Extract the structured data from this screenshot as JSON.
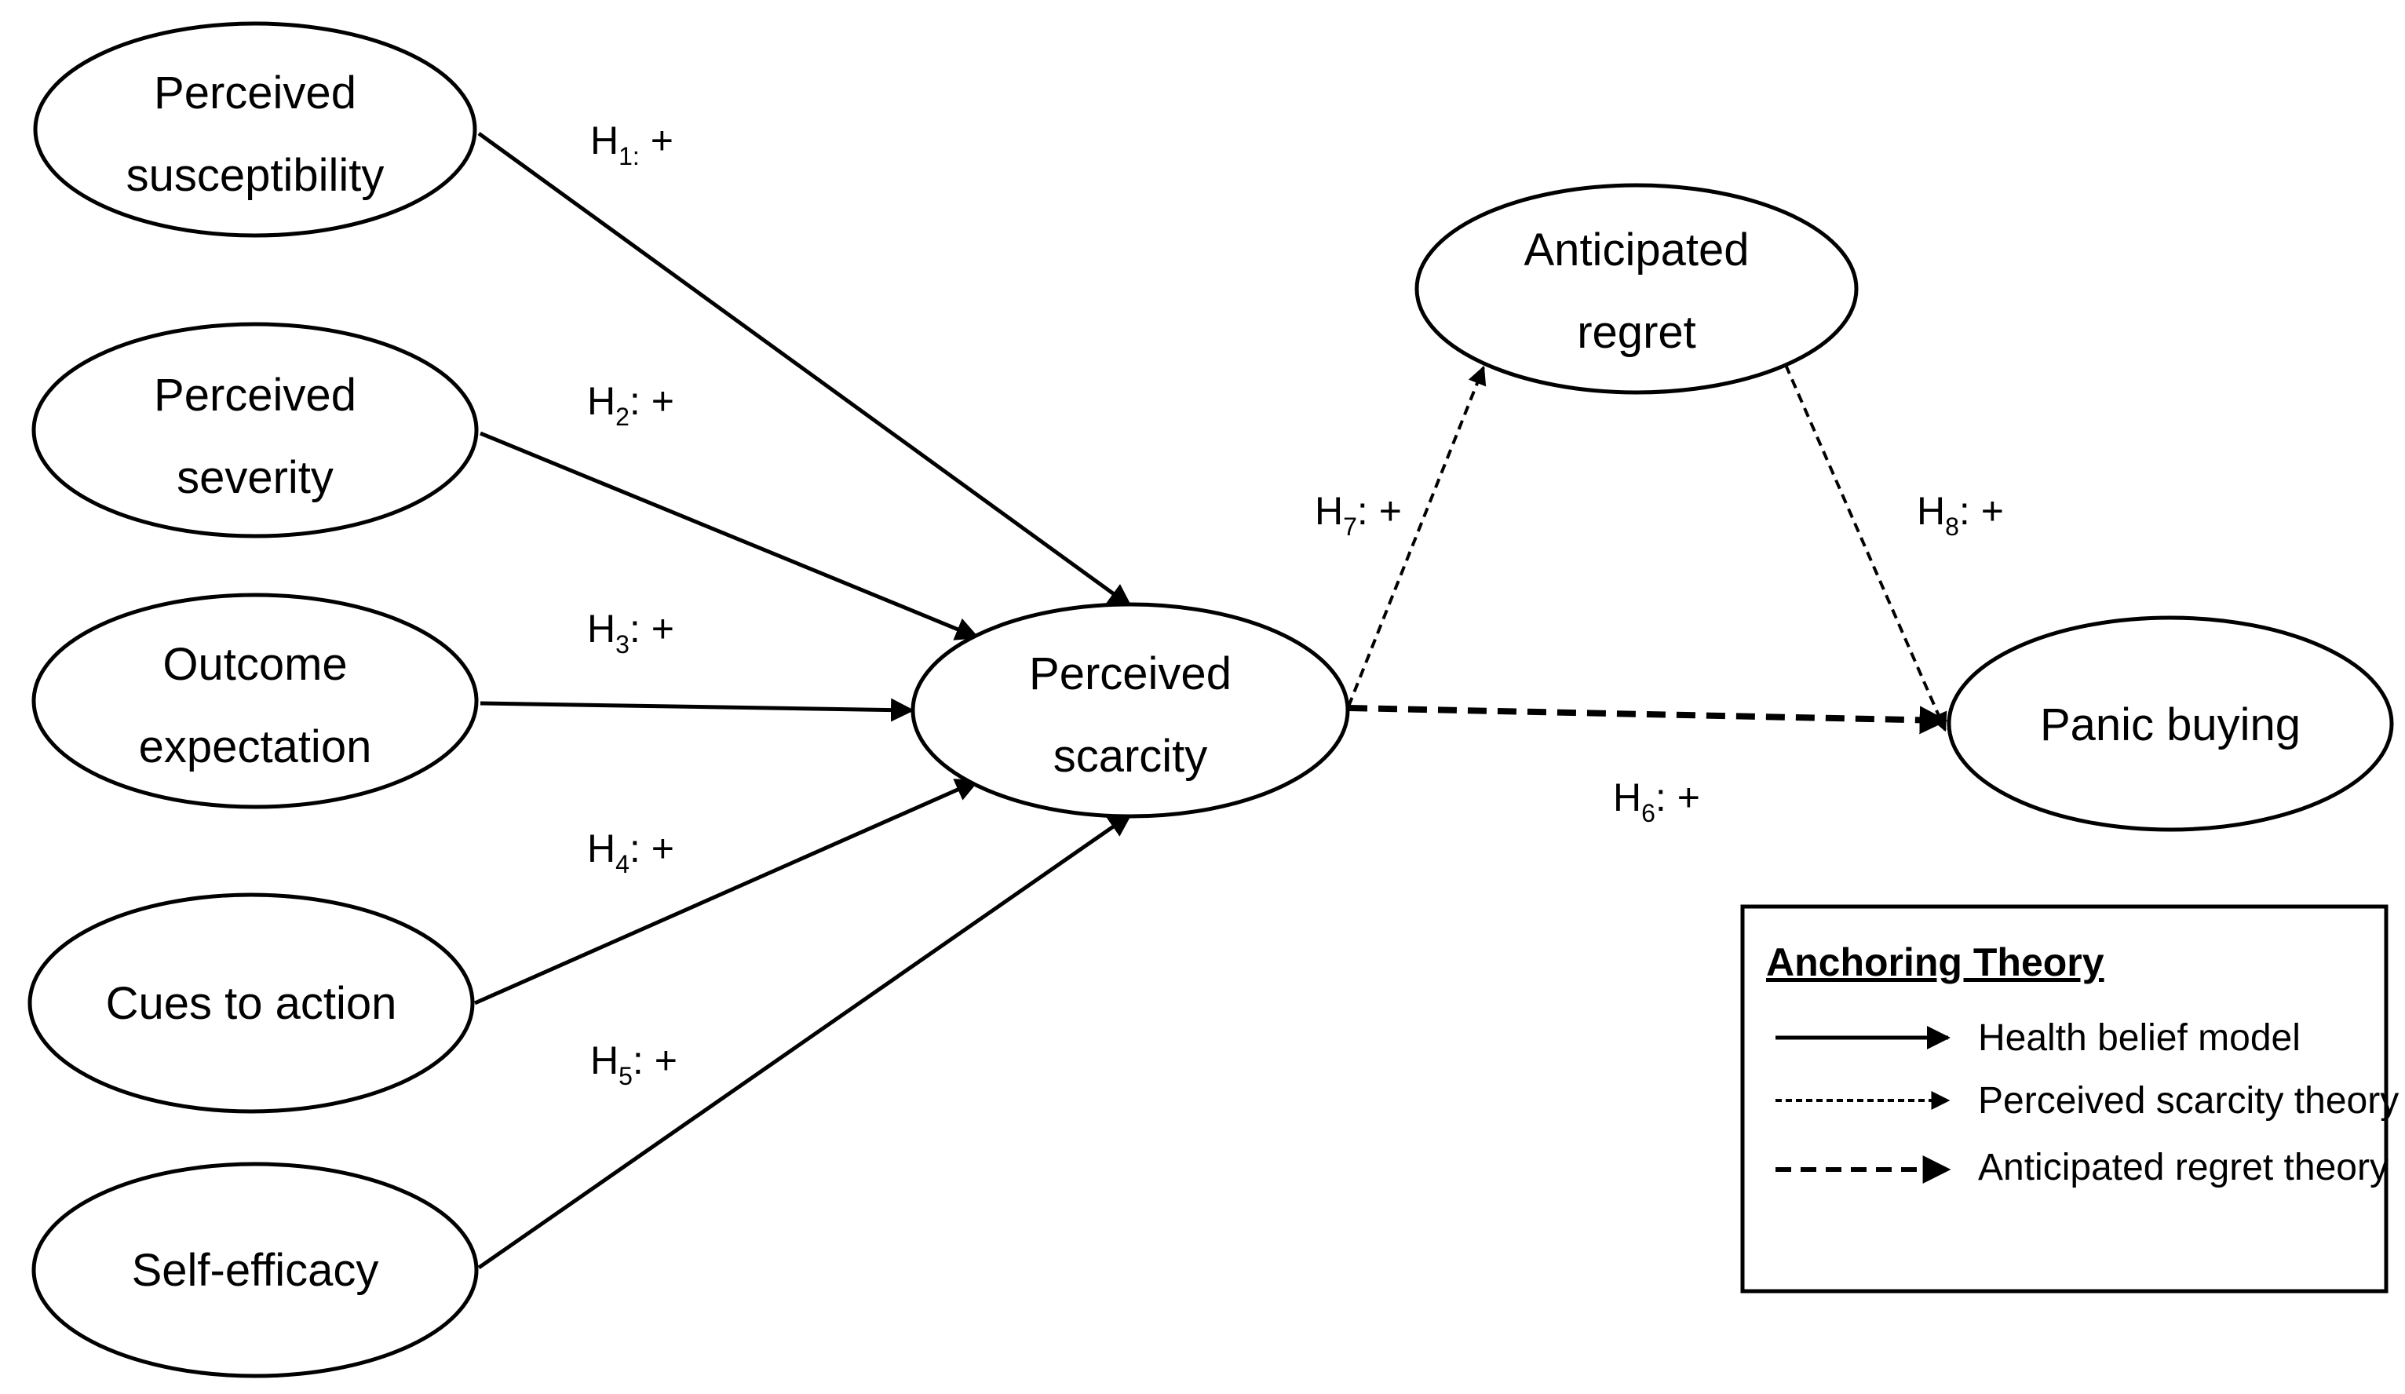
{
  "nodes": {
    "susceptibility": {
      "line1": "Perceived",
      "line2": "susceptibility"
    },
    "severity": {
      "line1": "Perceived",
      "line2": "severity"
    },
    "outcome": {
      "line1": "Outcome",
      "line2": "expectation"
    },
    "cues": {
      "line1": "Cues to action"
    },
    "efficacy": {
      "line1": "Self-efficacy"
    },
    "scarcity": {
      "line1": "Perceived",
      "line2": "scarcity"
    },
    "regret": {
      "line1": "Anticipated",
      "line2": "regret"
    },
    "panic": {
      "line1": "Panic buying"
    }
  },
  "hypotheses": {
    "h1": {
      "main": "H",
      "sub": "1:",
      "sign": " +"
    },
    "h2": {
      "main": "H",
      "sub": "2",
      "sign": ": +"
    },
    "h3": {
      "main": "H",
      "sub": "3",
      "sign": ": +"
    },
    "h4": {
      "main": "H",
      "sub": "4",
      "sign": ": +"
    },
    "h5": {
      "main": "H",
      "sub": "5",
      "sign": ": +"
    },
    "h6": {
      "main": "H",
      "sub": "6",
      "sign": ": +"
    },
    "h7": {
      "main": "H",
      "sub": "7",
      "sign": ": +"
    },
    "h8": {
      "main": "H",
      "sub": "8",
      "sign": ": +"
    }
  },
  "legend": {
    "title": "Anchoring Theory",
    "items": [
      {
        "label": "Health belief model",
        "style": "solid"
      },
      {
        "label": "Perceived scarcity theory",
        "style": "fine-dashed"
      },
      {
        "label": "Anticipated regret theory",
        "style": "bold-dashed"
      }
    ]
  }
}
